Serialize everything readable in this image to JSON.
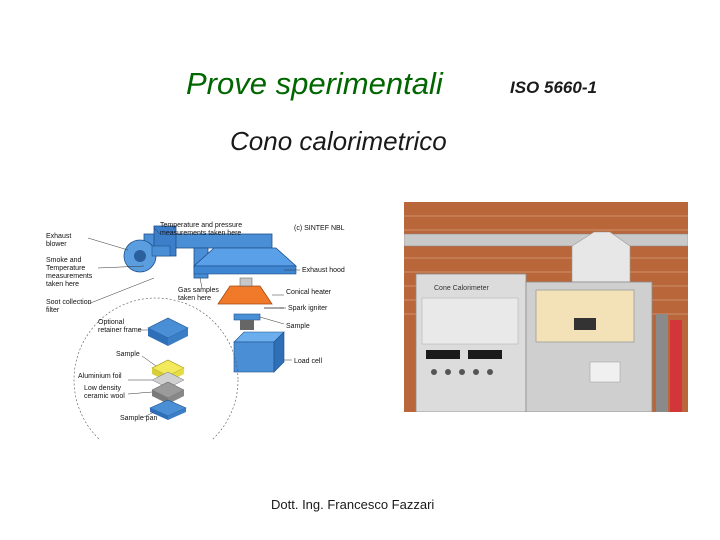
{
  "slide": {
    "title": "Prove sperimentali",
    "standard": "ISO 5660-1",
    "subtitle": "Cono calorimetrico",
    "footer": "Dott. Ing. Francesco Fazzari"
  },
  "diagram": {
    "copyright": "(c) SINTEF NBL",
    "labels": {
      "exhaust_blower_1": "Exhaust",
      "exhaust_blower_2": "blower",
      "temp_pressure_1": "Temperature and pressure",
      "temp_pressure_2": "measurements taken here",
      "smoke_temp_1": "Smoke and",
      "smoke_temp_2": "Temperature",
      "smoke_temp_3": "measurements",
      "smoke_temp_4": "taken here",
      "soot_1": "Soot collection",
      "soot_2": "filter",
      "exhaust_hood": "Exhaust hood",
      "gas_samples_1": "Gas samples",
      "gas_samples_2": "taken here",
      "conical_heater": "Conical heater",
      "spark_igniter": "Spark igniter",
      "sample_right": "Sample",
      "load_cell": "Load cell",
      "retainer_1": "Optional",
      "retainer_2": "retainer frame",
      "sample_inset": "Sample",
      "aluminium_foil": "Aluminium foil",
      "ceramic_1": "Low density",
      "ceramic_2": "ceramic wool",
      "sample_pan": "Sample pan"
    }
  },
  "photo": {
    "device_label": "Cone Calorimeter"
  },
  "colors": {
    "title": "#006600",
    "text": "#1a1a1a",
    "diagram_blue": "#4a8fd6",
    "heater_orange": "#f07a2a"
  }
}
